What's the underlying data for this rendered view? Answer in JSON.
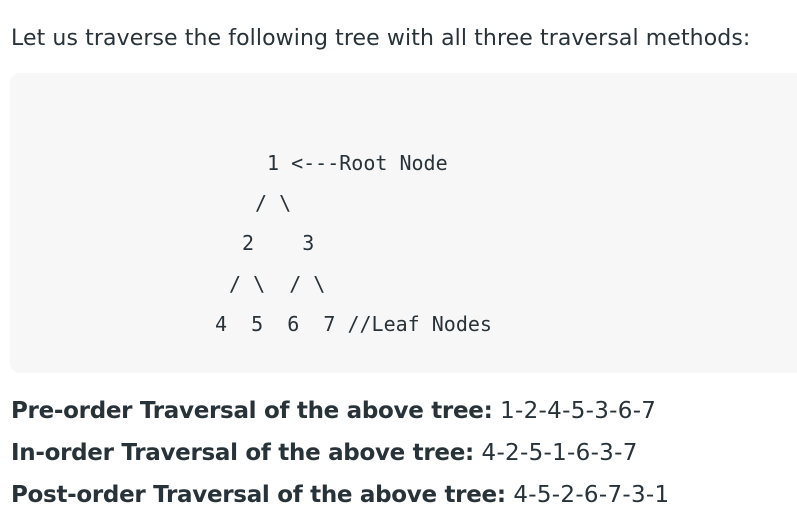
{
  "intro": "Let us traverse the following tree with all three traversal methods:",
  "tree": {
    "line1": "1 <---Root Node",
    "line2": "/ \\",
    "line3": "2    3",
    "line4": "/ \\  / \\",
    "line5": "4  5  6  7 //Leaf Nodes"
  },
  "results": [
    {
      "label": "Pre-order Traversal of the above tree:",
      "value": " 1-2-4-5-3-6-7"
    },
    {
      "label": "In-order Traversal of the above tree:",
      "value": " 4-2-5-1-6-3-7"
    },
    {
      "label": "Post-order Traversal of the above tree:",
      "value": " 4-5-2-6-7-3-1"
    }
  ]
}
